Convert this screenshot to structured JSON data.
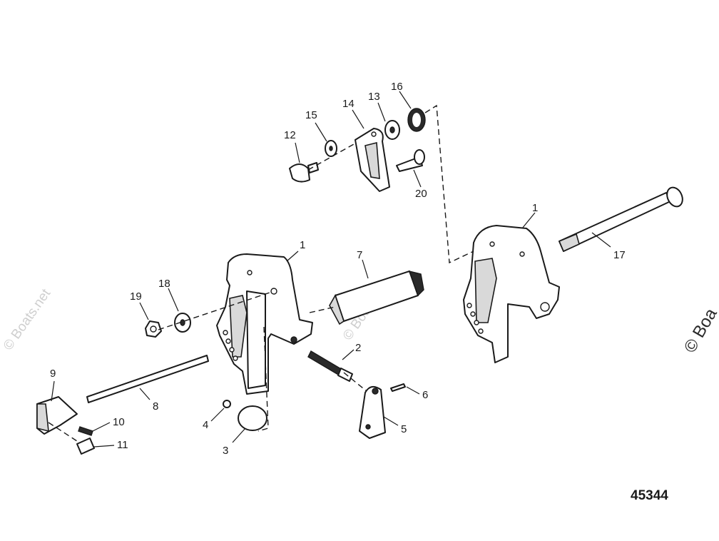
{
  "diagram": {
    "reference_number": "45344",
    "watermarks": [
      "© Boats.net",
      "© Boats.net",
      "© Boa"
    ],
    "callouts": [
      {
        "id": "c1a",
        "text": "1"
      },
      {
        "id": "c1b",
        "text": "1"
      },
      {
        "id": "c2",
        "text": "2"
      },
      {
        "id": "c3",
        "text": "3"
      },
      {
        "id": "c4",
        "text": "4"
      },
      {
        "id": "c5",
        "text": "5"
      },
      {
        "id": "c6",
        "text": "6"
      },
      {
        "id": "c7",
        "text": "7"
      },
      {
        "id": "c8",
        "text": "8"
      },
      {
        "id": "c9",
        "text": "9"
      },
      {
        "id": "c10",
        "text": "10"
      },
      {
        "id": "c11",
        "text": "11"
      },
      {
        "id": "c12",
        "text": "12"
      },
      {
        "id": "c13",
        "text": "13"
      },
      {
        "id": "c14",
        "text": "14"
      },
      {
        "id": "c15",
        "text": "15"
      },
      {
        "id": "c16",
        "text": "16"
      },
      {
        "id": "c17",
        "text": "17"
      },
      {
        "id": "c18",
        "text": "18"
      },
      {
        "id": "c19",
        "text": "19"
      },
      {
        "id": "c20",
        "text": "20"
      }
    ]
  }
}
